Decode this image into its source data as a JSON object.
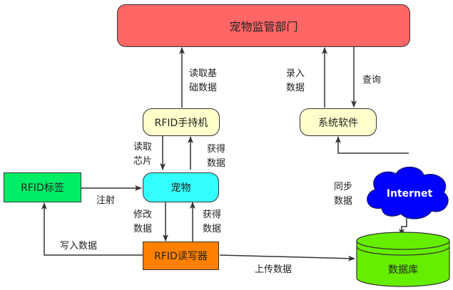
{
  "nodes": {
    "dept": "宠物监管部门",
    "handheld": "RFID手持机",
    "software": "系统软件",
    "tag": "RFID标签",
    "pet": "宠物",
    "internet": "Internet",
    "reader": "RFID读写器",
    "db": "数据库"
  },
  "edges": {
    "handheld_to_dept": [
      "读取基",
      "础数据"
    ],
    "software_to_dept": [
      "录入",
      "数据"
    ],
    "dept_to_software": "查询",
    "handheld_to_pet": [
      "读取",
      "芯片"
    ],
    "pet_to_handheld": [
      "获得",
      "数据"
    ],
    "tag_to_pet": "注射",
    "reader_to_pet_left": [
      "修改",
      "数据"
    ],
    "pet_to_reader": [
      "获得",
      "数据"
    ],
    "reader_to_tag": "写入数据",
    "reader_to_db": "上传数据",
    "internet_sync": [
      "同步",
      "数据"
    ]
  },
  "colors": {
    "dept": "#ff6666",
    "handheld": "#ffffcc",
    "software": "#ffffcc",
    "tag": "#00ee66",
    "pet": "#33ffff",
    "internet": "#0000ff",
    "reader": "#ff8000",
    "db": "#66ee00"
  }
}
